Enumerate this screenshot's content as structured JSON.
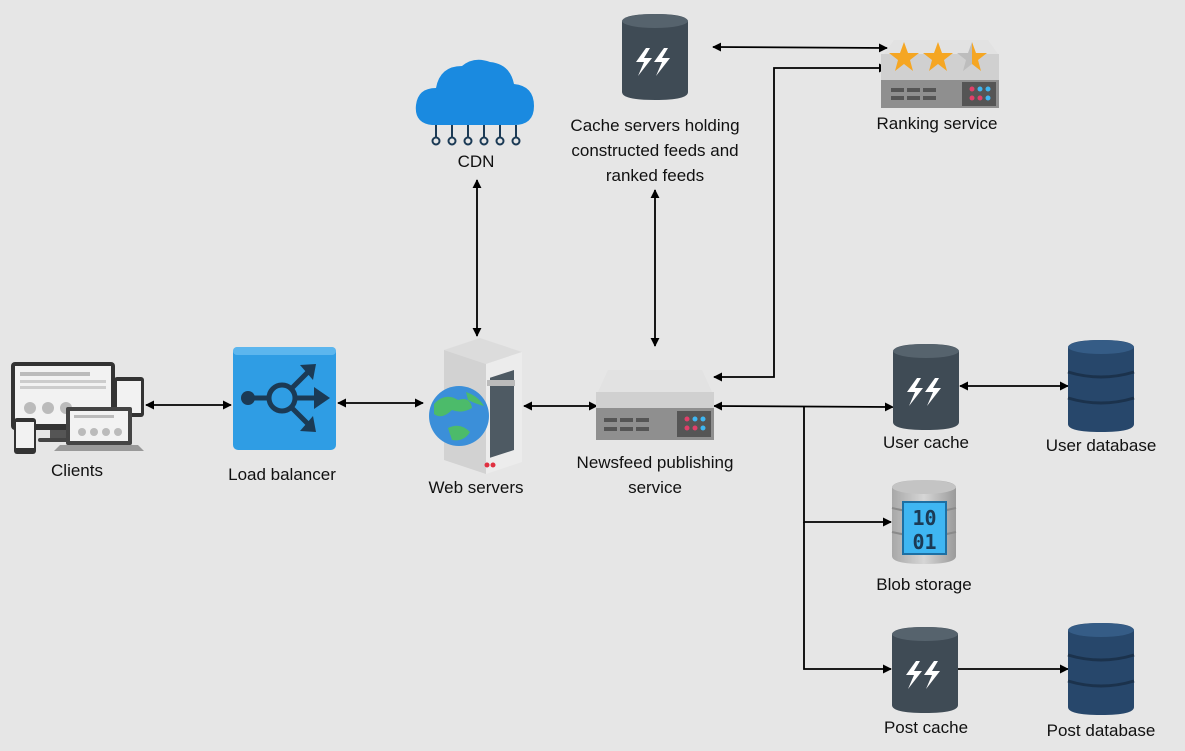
{
  "nodes": {
    "clients": {
      "label": "Clients",
      "icon": "devices-icon"
    },
    "load_balancer": {
      "label": "Load balancer",
      "icon": "load-balancer-icon"
    },
    "web_servers": {
      "label": "Web servers",
      "icon": "web-server-icon"
    },
    "cdn": {
      "label": "CDN",
      "icon": "cloud-icon"
    },
    "cache_servers": {
      "label_lines": [
        "Cache servers holding",
        "constructed feeds and",
        "ranked feeds"
      ],
      "icon": "cache-icon"
    },
    "ranking_service": {
      "label": "Ranking service",
      "icon": "ranking-server-icon"
    },
    "newsfeed_publishing": {
      "label_lines": [
        "Newsfeed publishing",
        "service"
      ],
      "icon": "server-icon"
    },
    "user_cache": {
      "label": "User cache",
      "icon": "cache-icon"
    },
    "user_database": {
      "label": "User database",
      "icon": "database-icon"
    },
    "blob_storage": {
      "label": "Blob storage",
      "icon": "blob-storage-icon"
    },
    "post_cache": {
      "label": "Post cache",
      "icon": "cache-icon"
    },
    "post_database": {
      "label": "Post database",
      "icon": "database-icon"
    }
  },
  "edges": [
    {
      "from": "clients",
      "to": "load_balancer",
      "bidirectional": true
    },
    {
      "from": "load_balancer",
      "to": "web_servers",
      "bidirectional": true
    },
    {
      "from": "web_servers",
      "to": "cdn",
      "bidirectional": true
    },
    {
      "from": "web_servers",
      "to": "newsfeed_publishing",
      "bidirectional": true
    },
    {
      "from": "newsfeed_publishing",
      "to": "cache_servers",
      "bidirectional": true
    },
    {
      "from": "cache_servers",
      "to": "ranking_service",
      "bidirectional": true
    },
    {
      "from": "newsfeed_publishing",
      "to": "ranking_service",
      "bidirectional": true
    },
    {
      "from": "newsfeed_publishing",
      "to": "user_cache",
      "bidirectional": true
    },
    {
      "from": "user_cache",
      "to": "user_database",
      "bidirectional": true
    },
    {
      "from": "newsfeed_publishing",
      "to": "blob_storage",
      "bidirectional": false
    },
    {
      "from": "newsfeed_publishing",
      "to": "post_cache",
      "bidirectional": false
    },
    {
      "from": "post_cache",
      "to": "post_database",
      "bidirectional": false
    }
  ],
  "colors": {
    "background": "#e6e6e6",
    "edge": "#000000",
    "lb_blue": "#2f9de4",
    "cloud_blue": "#1a8ae0",
    "cache_dark": "#3f4b55",
    "db_navy": "#27476b",
    "server_gray": "#c8c8c8",
    "star_orange": "#f5a623",
    "blob_blue": "#3fb6f2"
  }
}
